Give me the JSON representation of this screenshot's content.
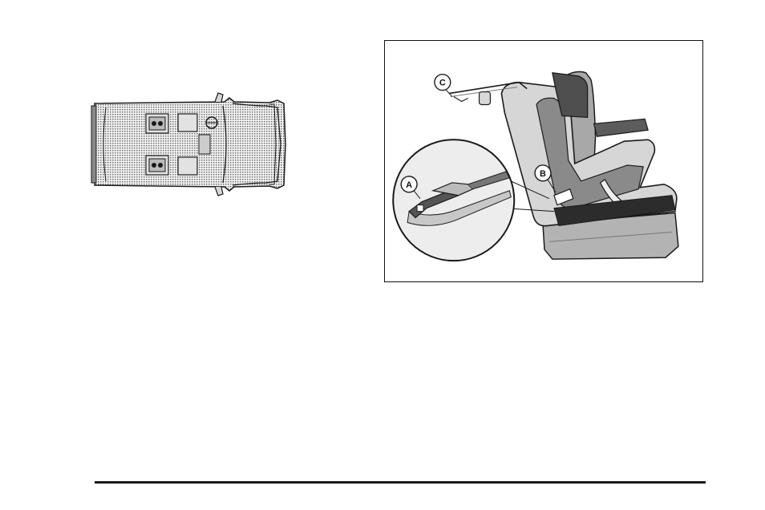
{
  "figures": {
    "vehicle_top_view": {
      "icon": "vehicle-top-view-icon"
    },
    "child_seat_illustration": {
      "icon": "child-restraint-tether-icon",
      "callouts": [
        "A",
        "B",
        "C"
      ]
    }
  },
  "colors": {
    "ink": "#1a1a1a",
    "dither": "#9a9a9a",
    "seat_light": "#bdbdbd",
    "seat_dark": "#555555"
  }
}
